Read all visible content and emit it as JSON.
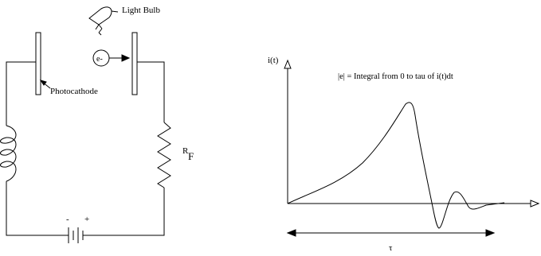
{
  "circuit": {
    "bulb_label": "Light Bulb",
    "electron_label": "e-",
    "photocathode_label": "Photocathode",
    "resistor_label_main": "R",
    "resistor_label_sub": "F",
    "battery_minus": "-",
    "battery_plus": "+"
  },
  "graph": {
    "y_axis_label": "i(t)",
    "annotation": "|e| = Integral from 0 to tau of i(t)dt",
    "tau_label": "τ"
  }
}
